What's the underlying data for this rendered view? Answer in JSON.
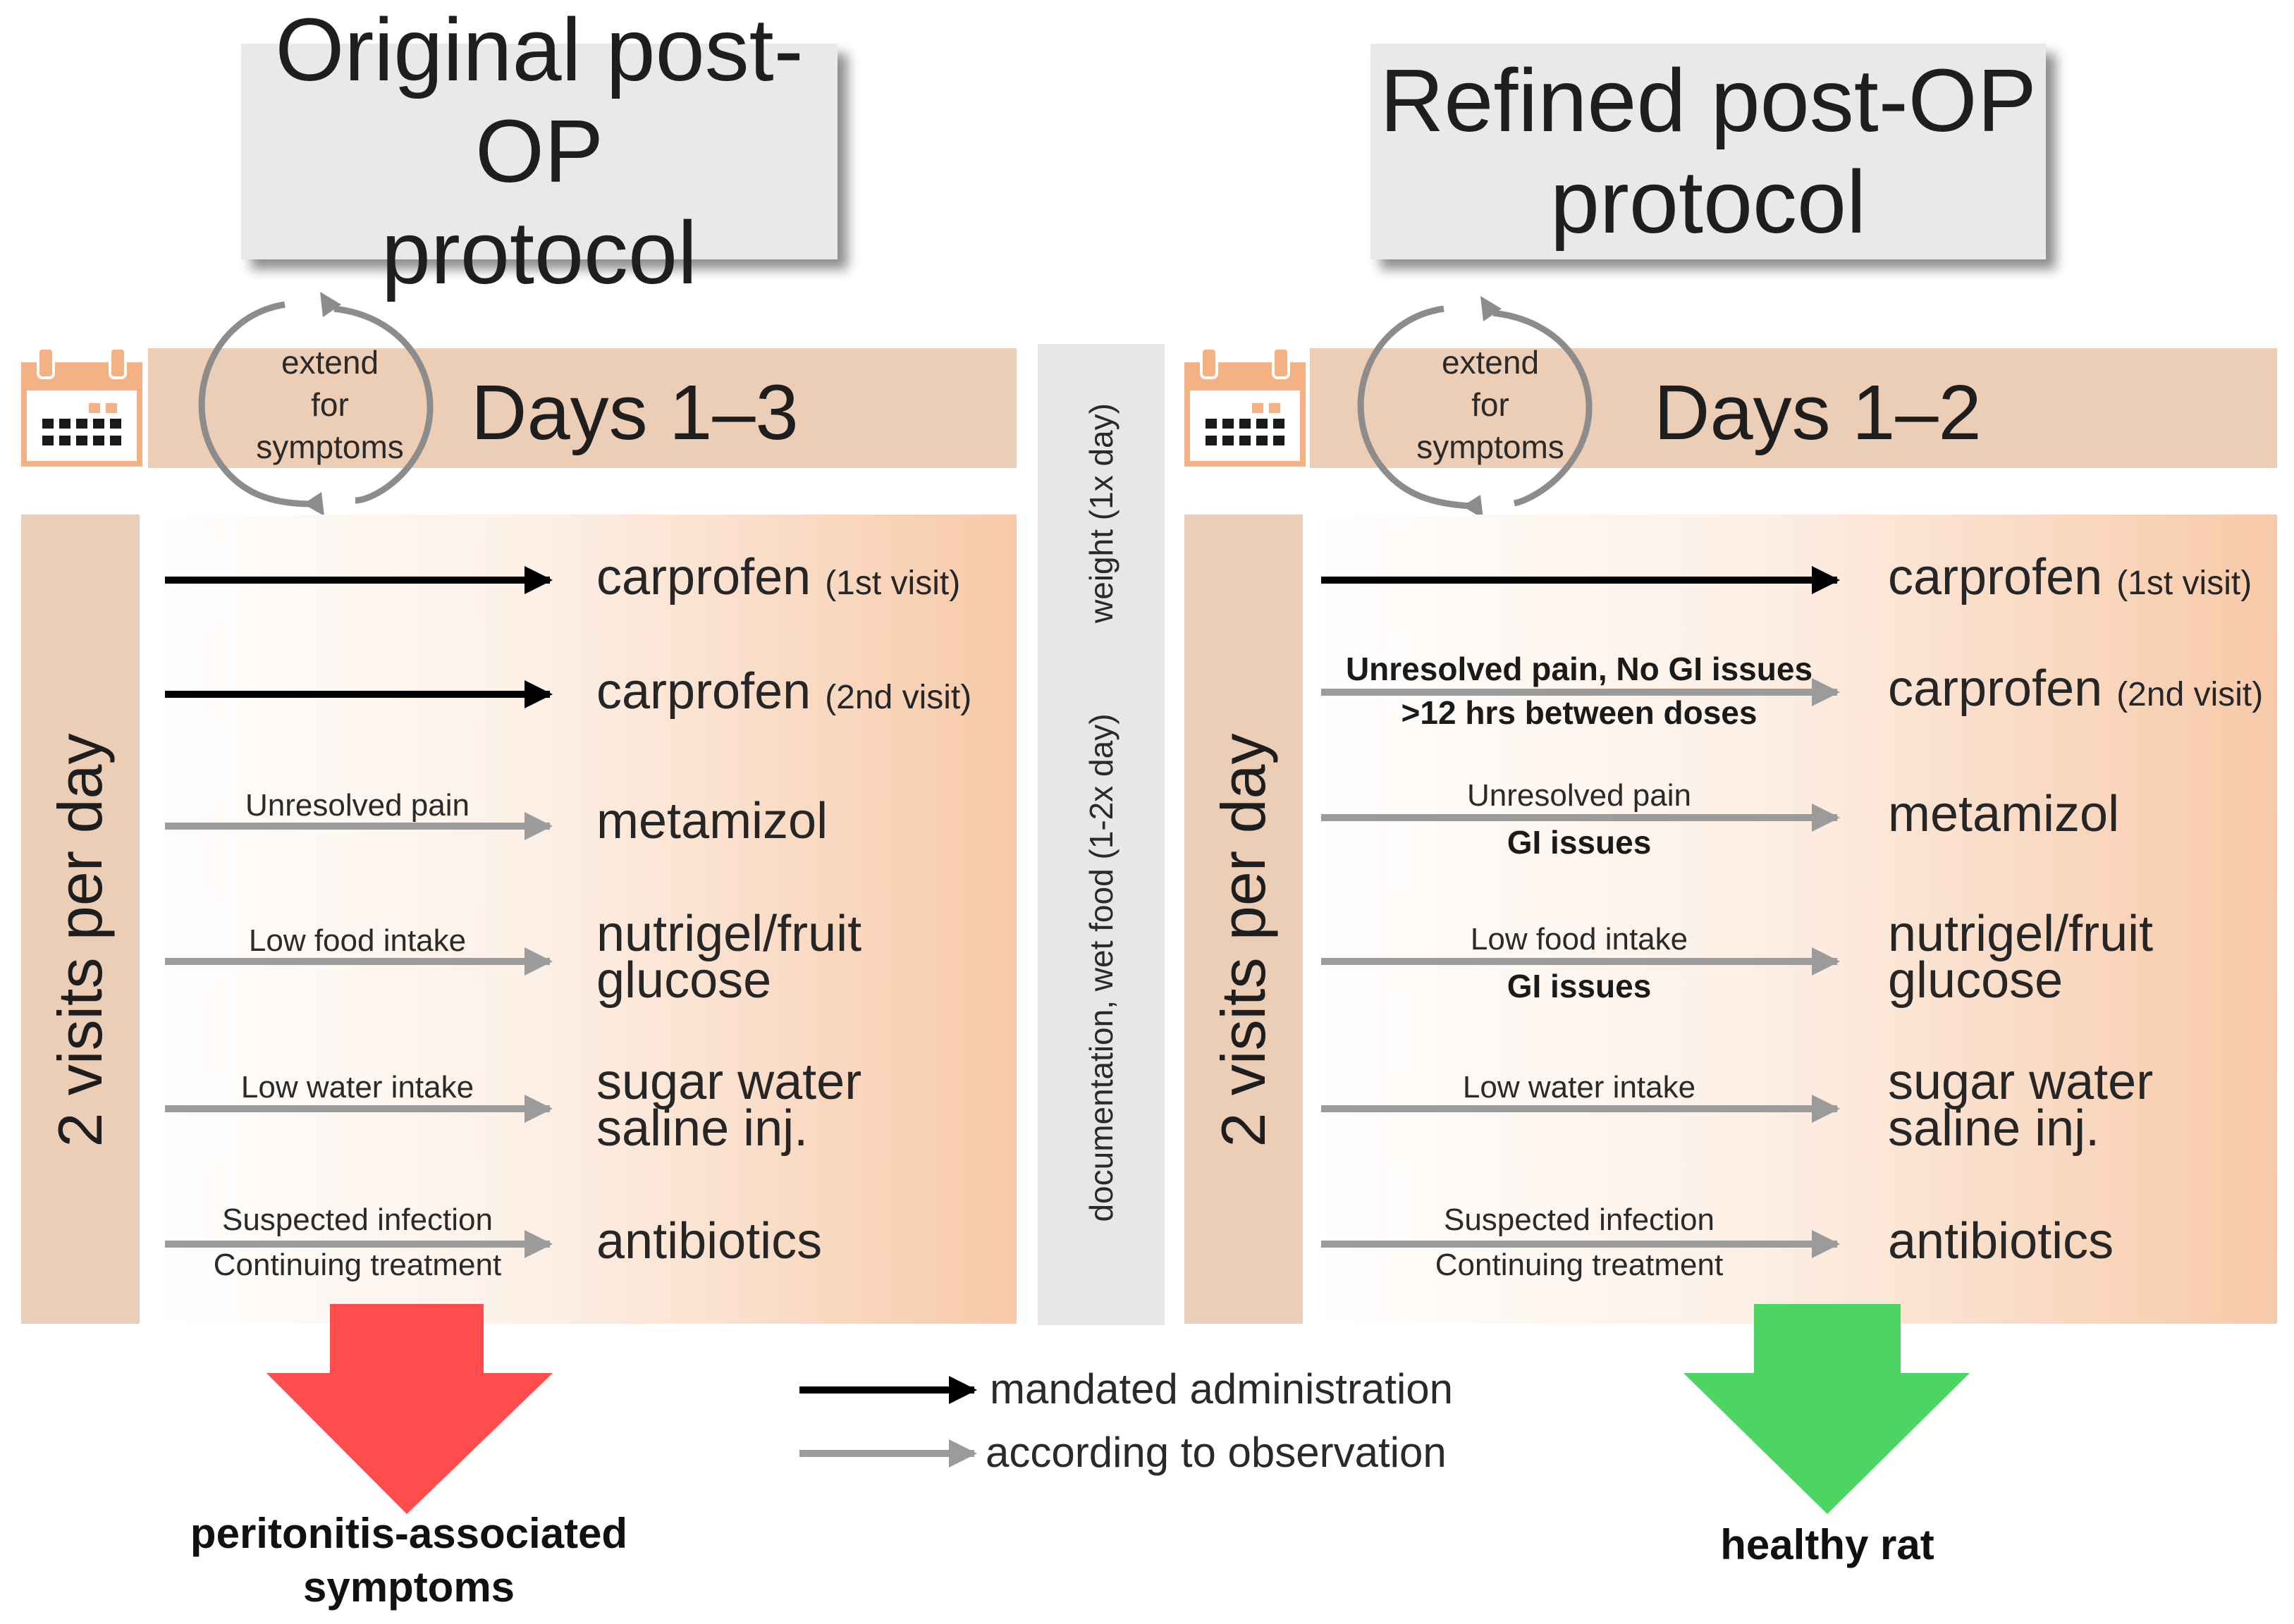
{
  "left": {
    "title_line1": "Original post-OP",
    "title_line2": "protocol",
    "days": "Days 1–3",
    "side": "2 visits per day",
    "rows": [
      {
        "cond": "",
        "drug": "carprofen",
        "sub": "(1st visit)",
        "kind": "mandated"
      },
      {
        "cond": "",
        "drug": "carprofen",
        "sub": "(2nd visit)",
        "kind": "mandated"
      },
      {
        "cond": "Unresolved pain",
        "drug": "metamizol",
        "kind": "observation"
      },
      {
        "cond": "Low food intake",
        "drug": "nutrigel/fruit",
        "drug2": "glucose",
        "kind": "observation"
      },
      {
        "cond": "Low water intake",
        "drug": "sugar water",
        "drug2": "saline inj.",
        "kind": "observation"
      },
      {
        "cond": "Suspected infection",
        "cond2": "Continuing treatment",
        "drug": "antibiotics",
        "kind": "observation"
      }
    ],
    "outcome_line1": "peritonitis-associated",
    "outcome_line2": "symptoms"
  },
  "right": {
    "title_line1": "Refined post-OP",
    "title_line2": "protocol",
    "days": "Days 1–2",
    "side": "2 visits per day",
    "rows": [
      {
        "cond": "",
        "drug": "carprofen",
        "sub": "(1st visit)",
        "kind": "mandated"
      },
      {
        "cond": "Unresolved pain, No GI issues",
        "cond2": ">12 hrs between doses",
        "drug": "carprofen",
        "sub": "(2nd visit)",
        "kind": "observation"
      },
      {
        "cond": "Unresolved pain",
        "cond2": "GI issues",
        "drug": "metamizol",
        "kind": "observation"
      },
      {
        "cond": "Low food intake",
        "cond2": "GI issues",
        "drug": "nutrigel/fruit",
        "drug2": "glucose",
        "kind": "observation"
      },
      {
        "cond": "Low water intake",
        "drug": "sugar water",
        "drug2": "saline inj.",
        "kind": "observation"
      },
      {
        "cond": "Suspected infection",
        "cond2": "Continuing treatment",
        "drug": "antibiotics",
        "kind": "observation"
      }
    ],
    "outcome": "healthy rat"
  },
  "extend": {
    "line1": "extend",
    "line2": "for",
    "line3": "symptoms"
  },
  "center": {
    "upper": "weight (1x day)",
    "lower": "documentation, wet food (1-2x day)"
  },
  "legend": {
    "mandated": "mandated administration",
    "observation": "according to observation"
  },
  "colors": {
    "bar": "#eccdb6",
    "panel_end": "#f7c9a8",
    "mandated_arrow": "#000000",
    "observation_arrow": "#9b9b9b",
    "bad_outcome": "#ff4c4c",
    "good_outcome": "#4cd565",
    "calendar": "#f4b183"
  },
  "icons": {
    "calendar": "calendar-icon",
    "cycle": "cycle-arrows-icon"
  }
}
